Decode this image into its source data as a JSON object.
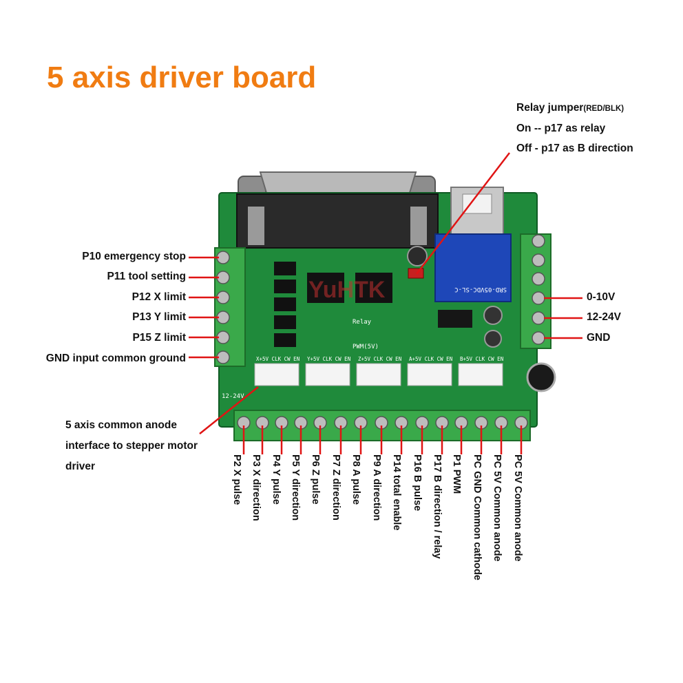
{
  "title": "5 axis driver board",
  "relay_note": {
    "line1": "Relay jumper",
    "line1_suffix": "(RED/BLK)",
    "line2": "On -- p17 as relay",
    "line3": "Off - p17 as B direction"
  },
  "left_labels": [
    "P10 emergency stop",
    "P11 tool setting",
    "P12 X limit",
    "P13 Y limit",
    "P15 Z limit",
    "GND input common ground"
  ],
  "right_labels": [
    "0-10V",
    "12-24V",
    "GND"
  ],
  "anode_note": {
    "line1": "5 axis common anode",
    "line2": "interface to stepper motor",
    "line3": "driver"
  },
  "bottom_labels": [
    "P2 X pulse",
    "P3 X direction",
    "P4 Y pulse",
    "P5 Y direction",
    "P6 Z pulse",
    "P7 Z direction",
    "P8 A pulse",
    "P9 A direction",
    "P14 total enable",
    "P16 B pulse",
    "P17 B direction / relay",
    "P1 PWM",
    "PC GND Common cathode",
    "PC 5V Common anode",
    "PC 5V Common anode"
  ],
  "board_silk": {
    "relay": "Relay",
    "pwm": "PWM(5V)",
    "axis_headers": [
      "X+5V CLK CW EN",
      "Y+5V CLK CW EN",
      "Z+5V CLK CW EN",
      "A+5V CLK CW EN",
      "B+5V CLK CW EN"
    ],
    "supply": "12-24V",
    "relay_print": "SRD-05VDC-SL-C",
    "watermark": "YuHTK"
  },
  "colors": {
    "title": "#f07c12",
    "pcb": "#1f8a3b",
    "terminal": "#3aa94a",
    "pointer": "#e01414"
  }
}
